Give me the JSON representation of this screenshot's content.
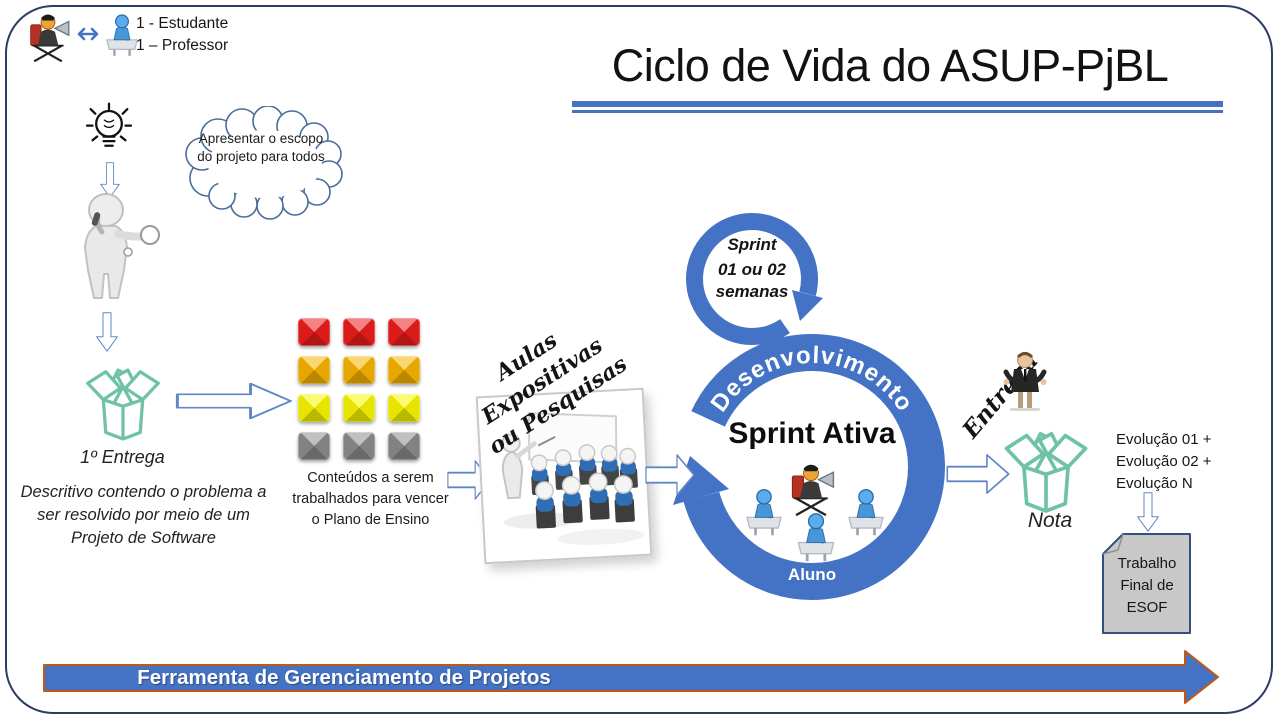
{
  "page": {
    "title": "Ciclo de Vida do ASUP-PjBL"
  },
  "legend": {
    "line1": "1 - Estudante",
    "line2": "1 – Professor"
  },
  "idea": {
    "cloud_text": "Apresentar o escopo do projeto para todos"
  },
  "first_delivery": {
    "label": "1º Entrega",
    "description": "Descritivo contendo o problema a ser resolvido por meio de um Projeto de Software"
  },
  "contents": {
    "label": "Conteúdos a serem trabalhados para vencer o Plano de Ensino",
    "envelope_colors": [
      "#EC1C1C",
      "#F7B500",
      "#F7F500",
      "#8C8C8C"
    ]
  },
  "classes": {
    "line1": "Aulas",
    "line2": "Expositivas",
    "line3": "ou Pesquisas"
  },
  "sprint_cycle": {
    "sprint_line1": "Sprint",
    "sprint_line2": "01 ou 02",
    "sprint_line3": "semanas",
    "ring_label": "Desenvolvimento",
    "center_label": "Sprint Ativa",
    "bottom_label": "Aluno"
  },
  "delivery": {
    "label": "Entrega",
    "note_label": "Nota",
    "evolutions": {
      "line1": "Evolução 01 +",
      "line2": "Evolução 02 +",
      "line3": "Evolução N"
    }
  },
  "final_work": {
    "line1": "Trabalho",
    "line2": "Final de",
    "line3": "ESOF"
  },
  "banner": {
    "label": "Ferramenta de Gerenciamento de Projetos"
  },
  "colors": {
    "accent_blue": "#4472C4",
    "teal_box": "#6FC2A7",
    "banner_border": "#C05A11",
    "frame_border": "#2B3D63",
    "envelope_red": "#EC1C1C",
    "envelope_amber": "#F7B500",
    "envelope_yellow": "#F7F500",
    "envelope_gray": "#8C8C8C"
  }
}
